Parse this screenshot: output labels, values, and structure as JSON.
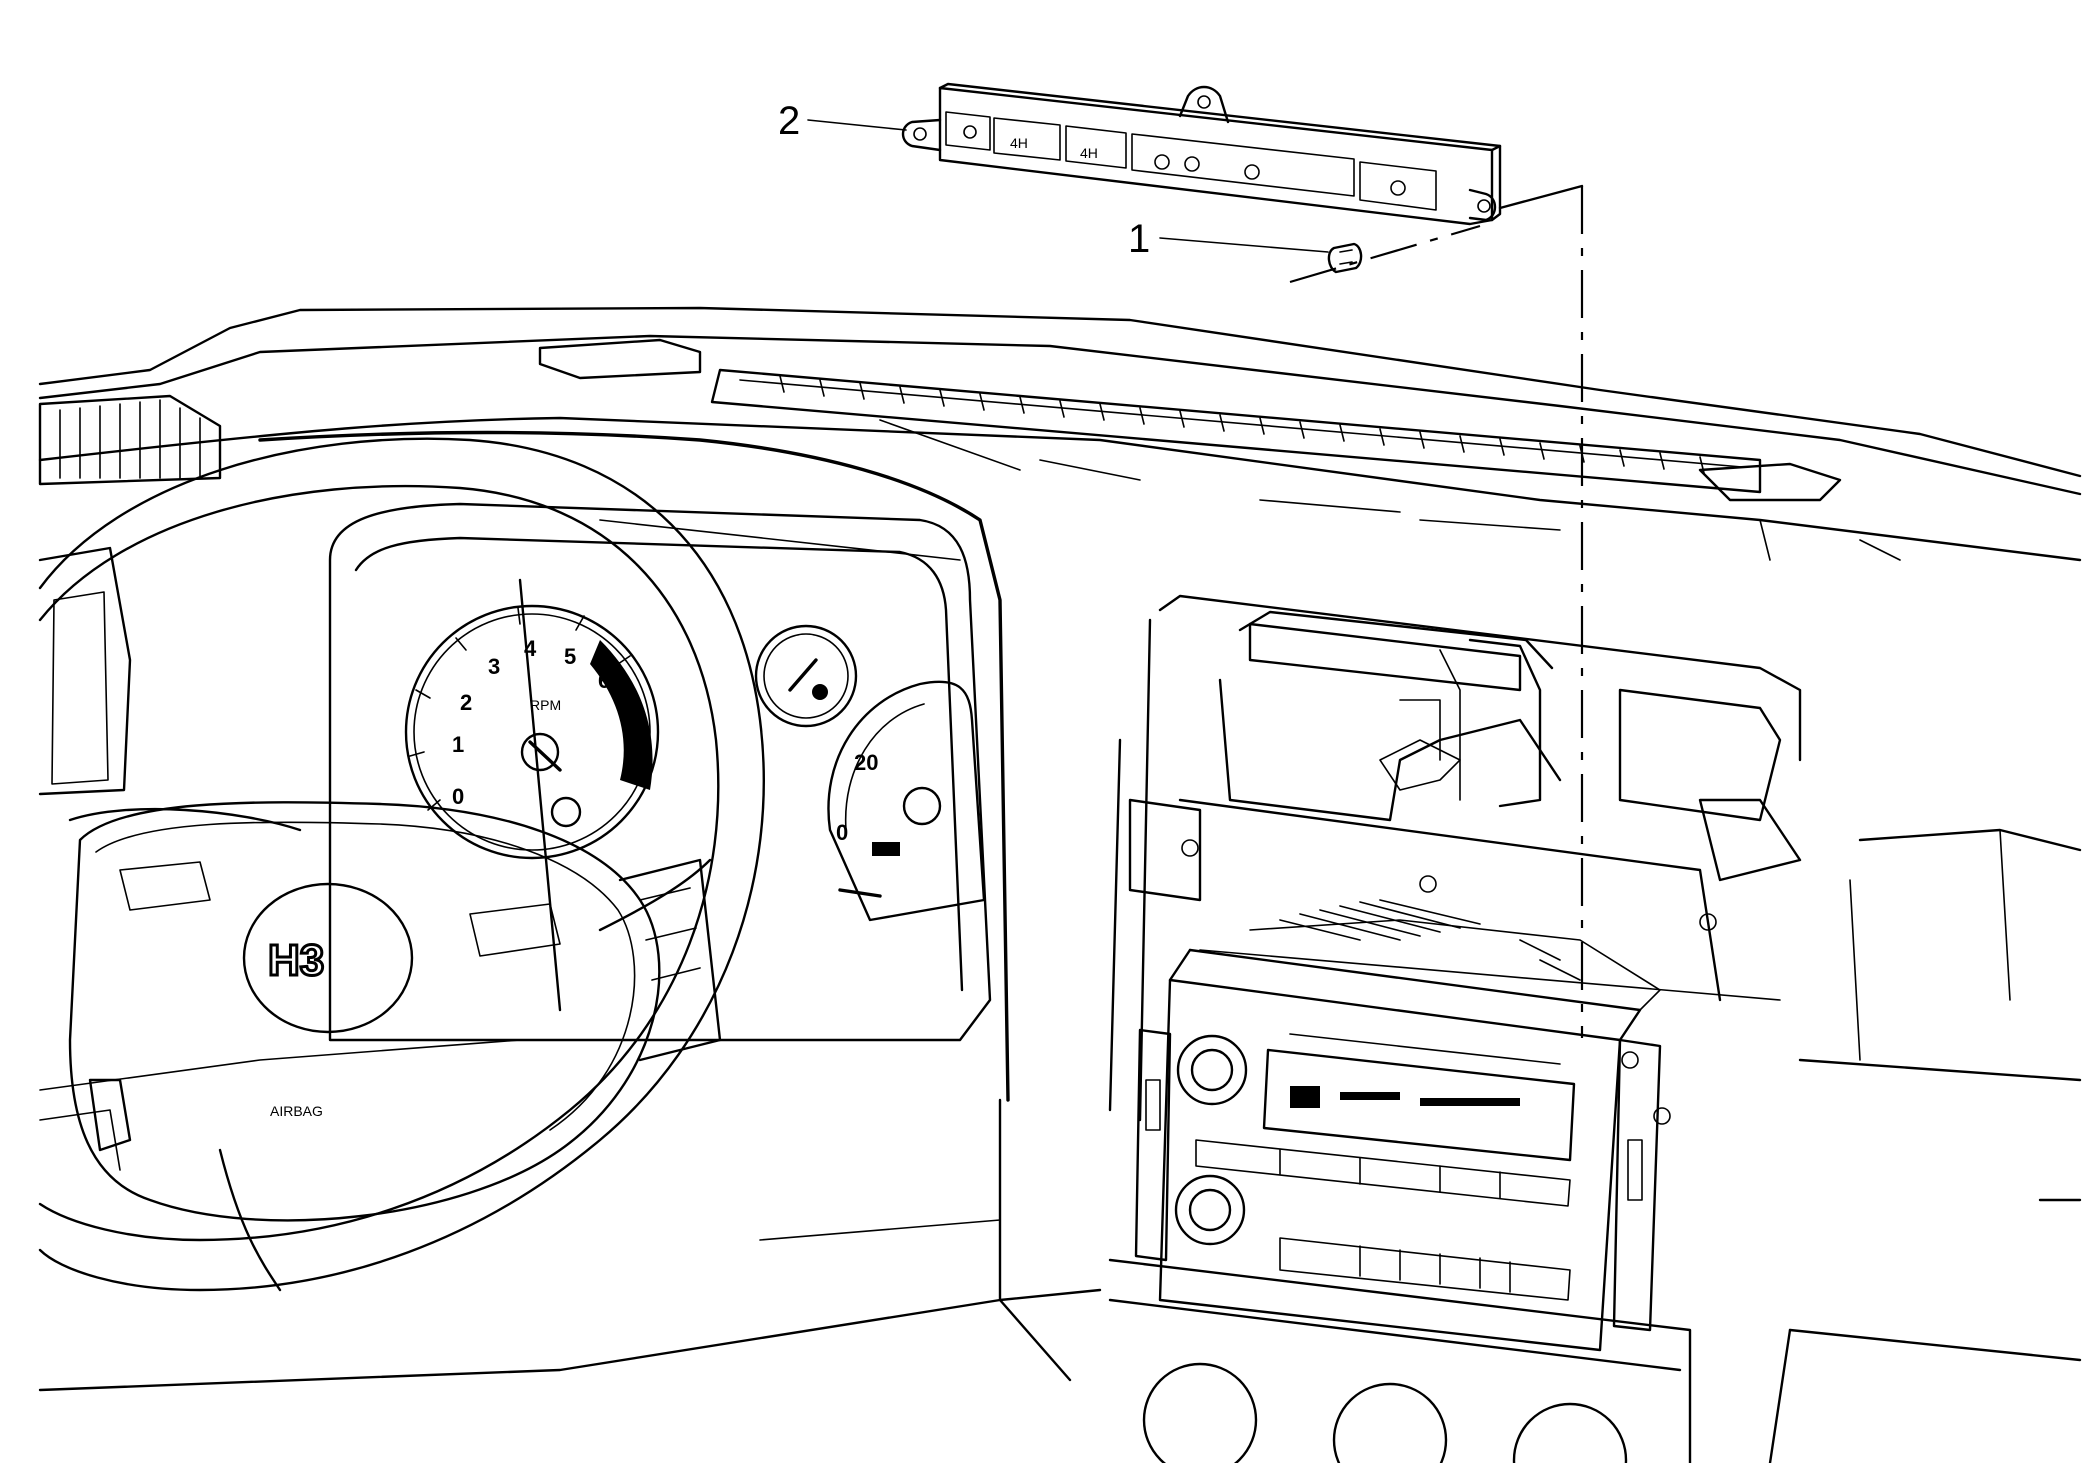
{
  "callouts": [
    {
      "id": "1",
      "label": "1"
    },
    {
      "id": "2",
      "label": "2"
    }
  ],
  "tachometer": {
    "ticks": [
      "0",
      "1",
      "2",
      "3",
      "4",
      "5",
      "6"
    ],
    "unit_label": "RPM"
  },
  "speedometer": {
    "ticks": [
      "0",
      "20"
    ]
  },
  "steering_wheel": {
    "hub_badge": "H3",
    "airbag_label": "AIRBAG"
  }
}
